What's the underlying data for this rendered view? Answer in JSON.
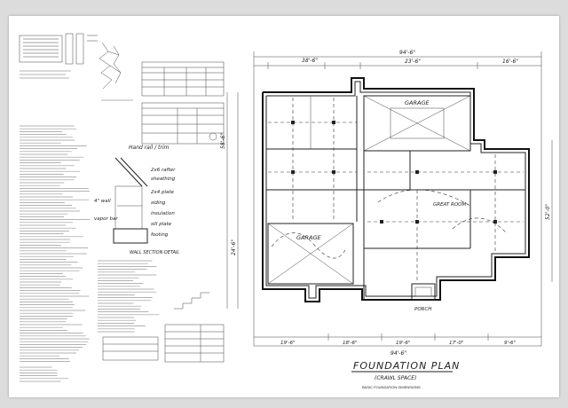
{
  "plan": {
    "title": "FOUNDATION PLAN",
    "subtitle": "(CRAWL SPACE)"
  },
  "dimensions": {
    "overall_top": "94'-6\"",
    "seg_a": "38'-6\"",
    "seg_b": "23'-6\"",
    "seg_c": "16'-6\"",
    "bottom_1": "19'-6\"",
    "bottom_2": "18'-6\"",
    "bottom_3": "19'-6\"",
    "bottom_4": "17'-0\"",
    "bottom_5": "9'-6\"",
    "overall_bottom": "94'-6\"",
    "left_1": "58'-6\"",
    "left_2": "24'-6\"",
    "right_1": "52'-0\""
  },
  "rooms": {
    "garage_top": "GARAGE",
    "garage_left": "GARAGE",
    "great_room": "GREAT ROOM",
    "porch": "PORCH"
  },
  "notes": {
    "wall_section": "WALL SECTION DETAIL",
    "sheet_ref": "BASIC FOUNDATION DIMENSIONS"
  }
}
